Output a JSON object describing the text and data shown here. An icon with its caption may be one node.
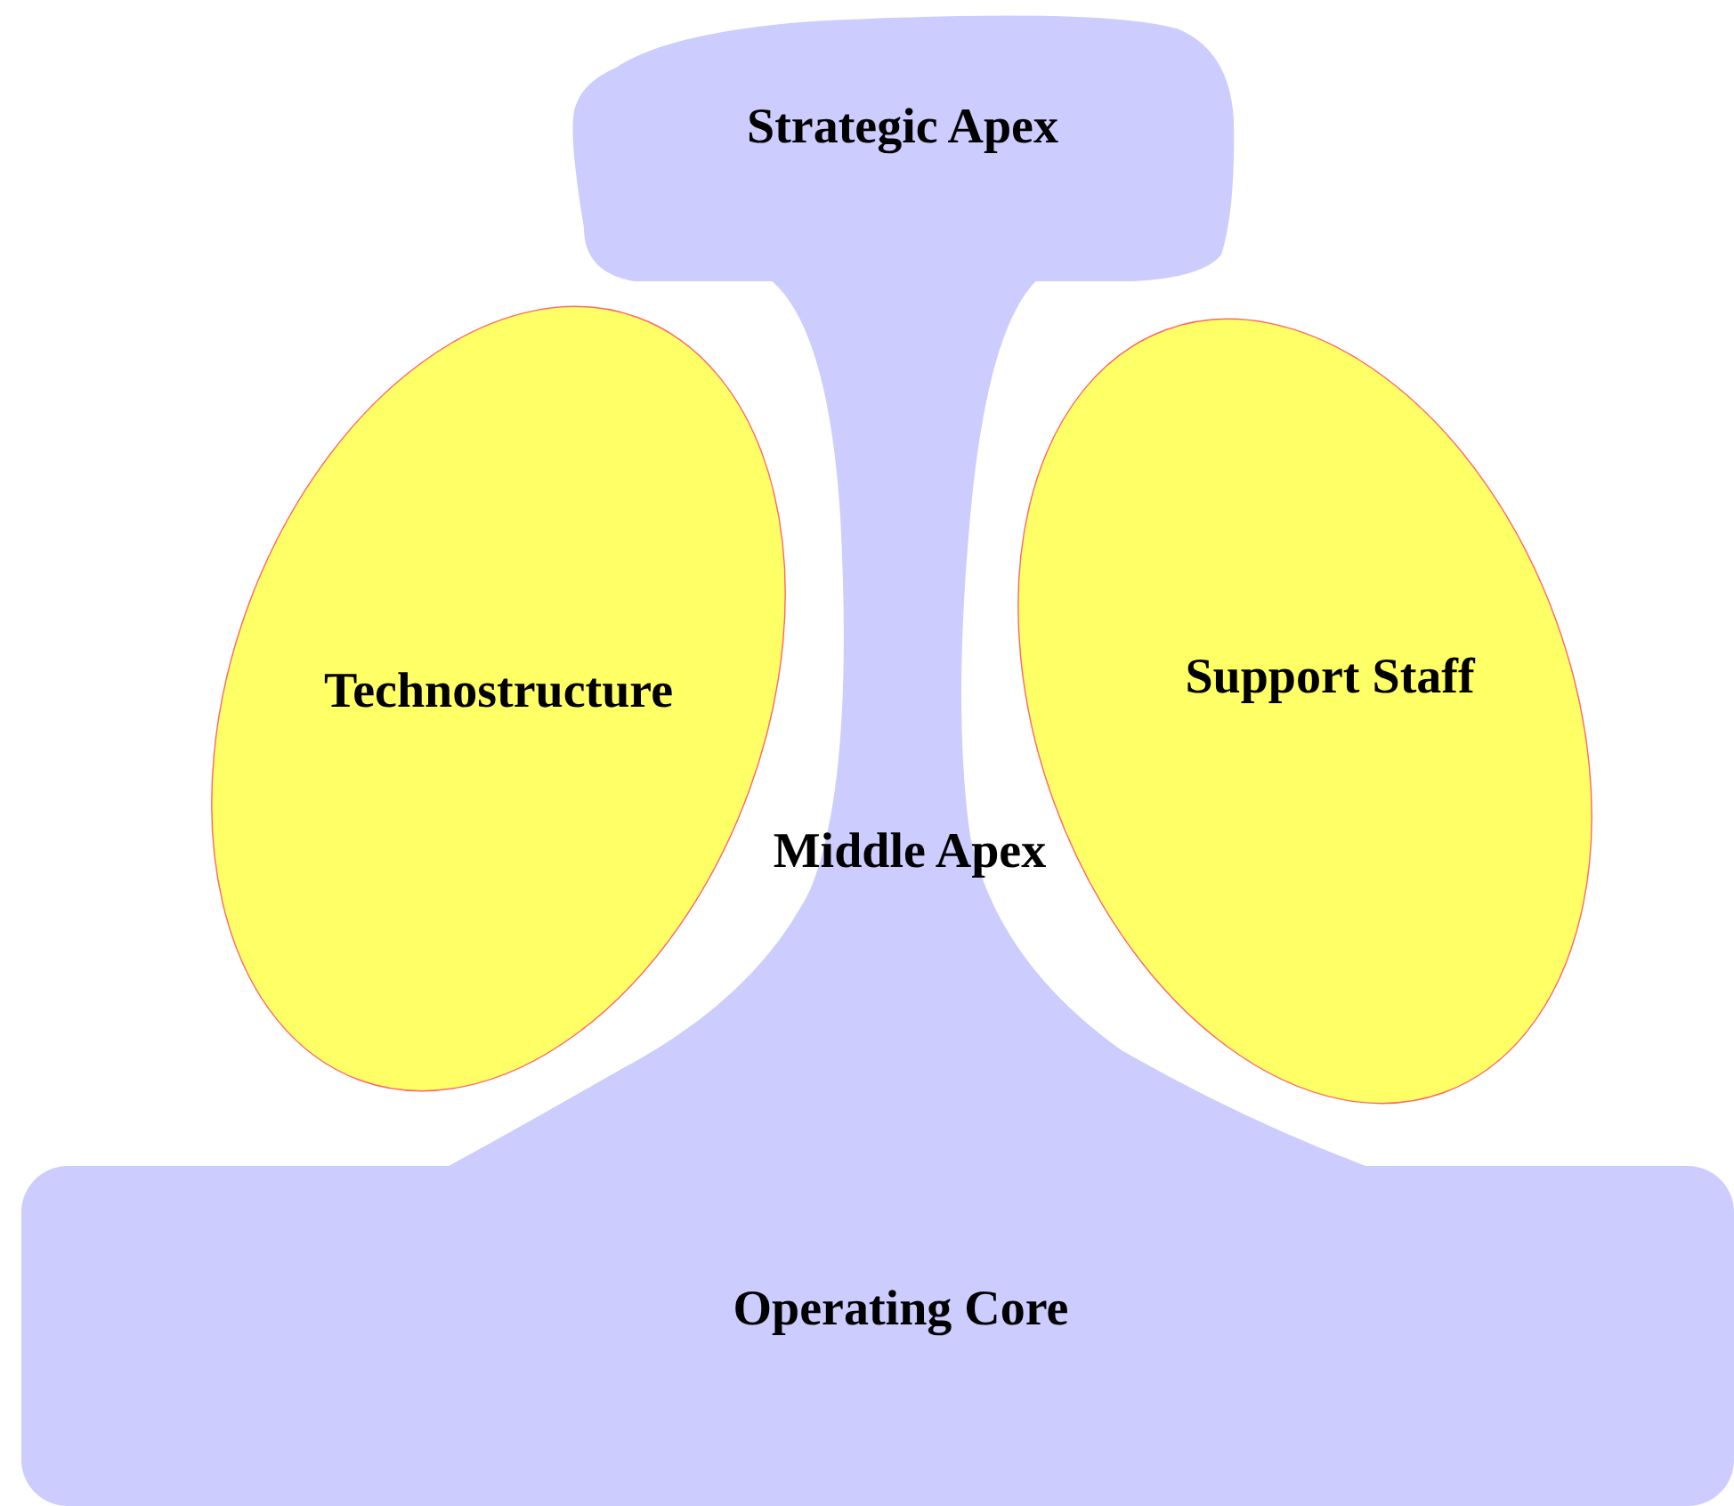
{
  "diagram": {
    "nodes": [
      {
        "text": [
          "Strategic Apex"
        ]
      },
      {
        "text": [
          "Technostructure"
        ]
      },
      {
        "text": [
          "Support Staff"
        ]
      },
      {
        "text": [
          "Middle Apex"
        ]
      },
      {
        "text": [
          "Operating Core"
        ]
      }
    ]
  }
}
